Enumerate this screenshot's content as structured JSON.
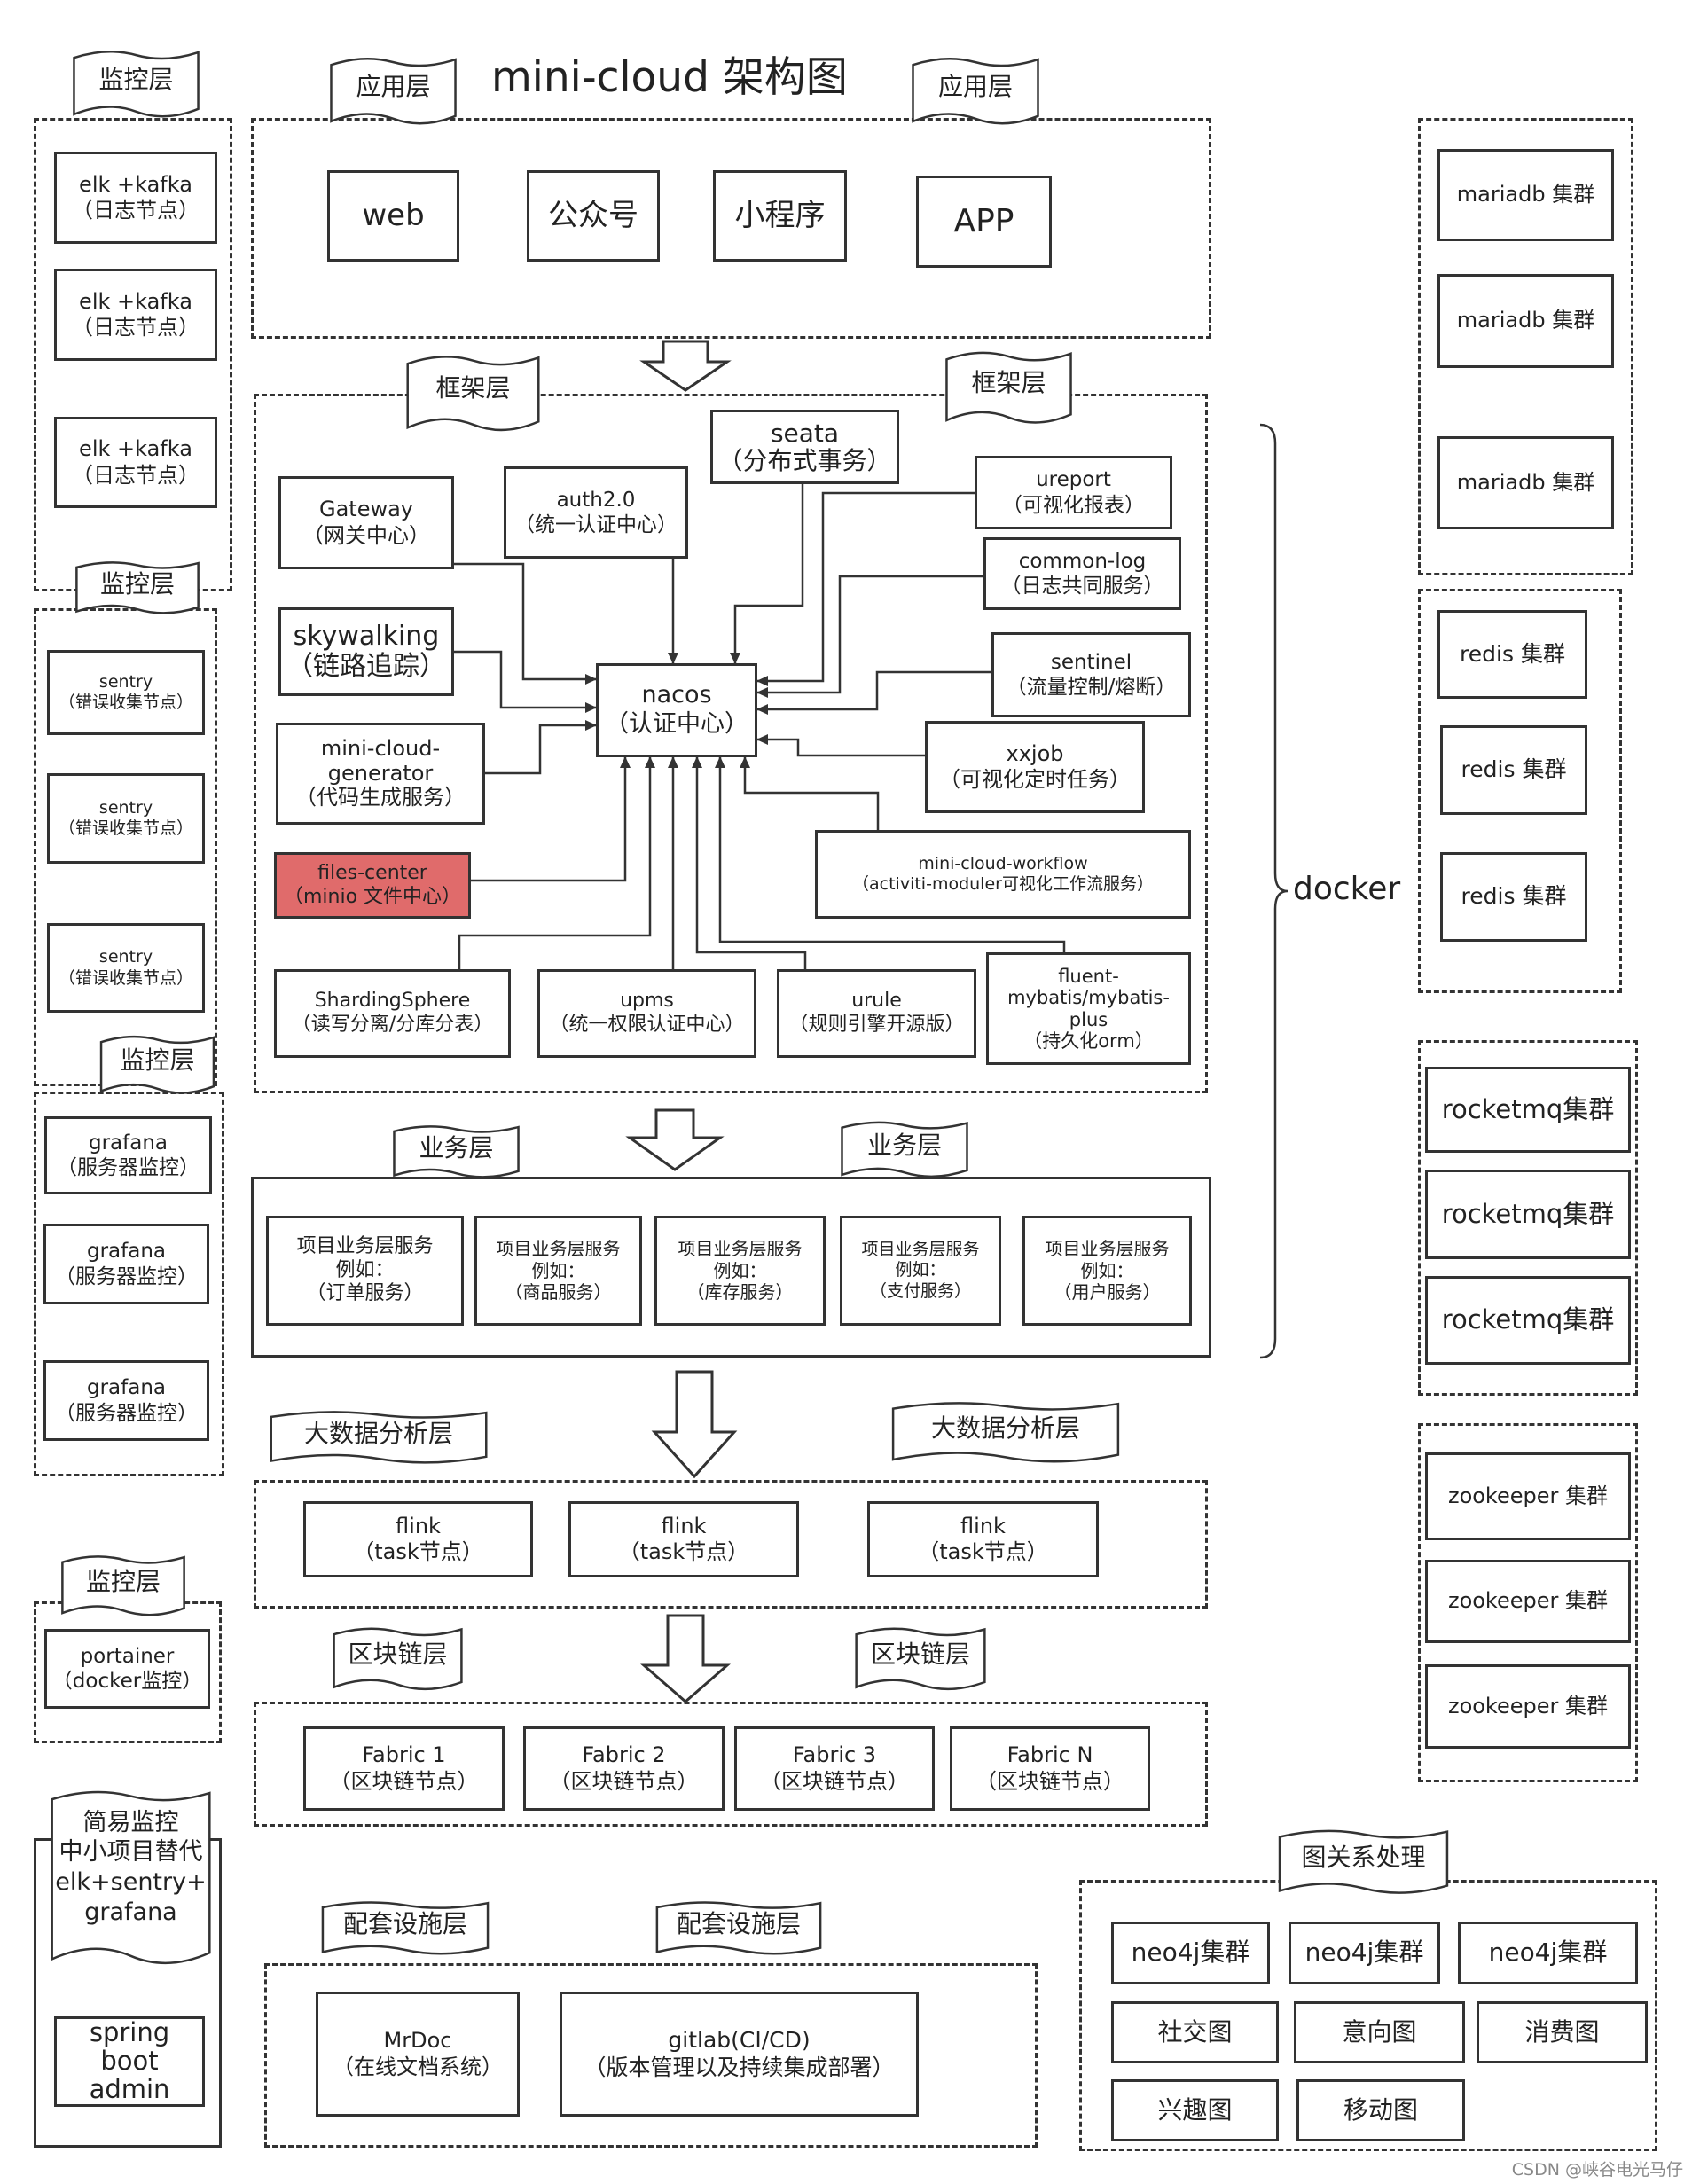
{
  "title": "mini-cloud 架构图",
  "monitor": {
    "banner_label": "监控层",
    "elk": [
      "elk +kafka\n（日志节点）",
      "elk +kafka\n（日志节点）",
      "elk +kafka\n（日志节点）"
    ],
    "sentry": [
      "sentry\n（错误收集节点）",
      "sentry\n（错误收集节点）",
      "sentry\n（错误收集节点）"
    ],
    "grafana": [
      "grafana\n（服务器监控）",
      "grafana\n（服务器监控）",
      "grafana\n（服务器监控）"
    ],
    "portainer": "portainer\n（docker监控）",
    "simple_banner": "简易监控\n中小项目替代\nelk+sentry+\ngrafana",
    "spring_boot_admin": "spring\nboot\nadmin"
  },
  "application": {
    "banner_label": "应用层",
    "items": [
      "web",
      "公众号",
      "小程序",
      "APP"
    ]
  },
  "framework": {
    "banner_label": "框架层",
    "gateway": "Gateway\n（网关中心）",
    "auth": "auth2.0\n（统一认证中心）",
    "seata": "seata\n（分布式事务）",
    "ureport": "ureport\n（可视化报表）",
    "common_log": "common-log\n（日志共同服务）",
    "skywalking": "skywalking\n（链路追踪）",
    "nacos": "nacos\n（认证中心）",
    "sentinel": "sentinel\n（流量控制/熔断）",
    "generator": "mini-cloud-\ngenerator\n（代码生成服务）",
    "xxjob": "xxjob\n（可视化定时任务）",
    "files_center": "files-center\n（minio 文件中心）",
    "workflow": "mini-cloud-workflow\n（activiti-moduler可视化工作流服务）",
    "sharding": "ShardingSphere\n（读写分离/分库分表）",
    "upms": "upms\n（统一权限认证中心）",
    "urule": "urule\n（规则引擎开源版）",
    "fluent": "fluent-\nmybatis/mybatis-\nplus\n（持久化orm）"
  },
  "docker_label": "docker",
  "business": {
    "banner_label": "业务层",
    "items": [
      "项目业务层服务\n例如：\n（订单服务）",
      "项目业务层服务\n例如：\n（商品服务）",
      "项目业务层服务\n例如：\n（库存服务）",
      "项目业务层服务\n例如：\n（支付服务）",
      "项目业务层服务\n例如：\n（用户服务）"
    ]
  },
  "bigdata": {
    "banner_label": "大数据分析层",
    "items": [
      "flink\n（task节点）",
      "flink\n（task节点）",
      "flink\n（task节点）"
    ]
  },
  "blockchain": {
    "banner_label": "区块链层",
    "items": [
      "Fabric 1\n（区块链节点）",
      "Fabric 2\n（区块链节点）",
      "Fabric 3\n（区块链节点）",
      "Fabric N\n（区块链节点）"
    ]
  },
  "support": {
    "banner_label": "配套设施层",
    "mrdoc": "MrDoc\n（在线文档系统）",
    "gitlab": "gitlab(CI/CD)\n（版本管理以及持续集成部署）"
  },
  "clusters": {
    "mariadb": [
      "mariadb 集群",
      "mariadb 集群",
      "mariadb 集群"
    ],
    "redis": [
      "redis 集群",
      "redis 集群",
      "redis 集群"
    ],
    "rocketmq": [
      "rocketmq集群",
      "rocketmq集群",
      "rocketmq集群"
    ],
    "zookeeper": [
      "zookeeper 集群",
      "zookeeper 集群",
      "zookeeper 集群"
    ]
  },
  "graph": {
    "banner_label": "图关系处理",
    "neo4j": [
      "neo4j集群",
      "neo4j集群",
      "neo4j集群"
    ],
    "items": [
      "社交图",
      "意向图",
      "消费图",
      "兴趣图",
      "移动图"
    ]
  },
  "footer": "CSDN @峡谷电光马仔",
  "colors": {
    "files_center_fill": "#e06b6b",
    "line": "#333333"
  }
}
